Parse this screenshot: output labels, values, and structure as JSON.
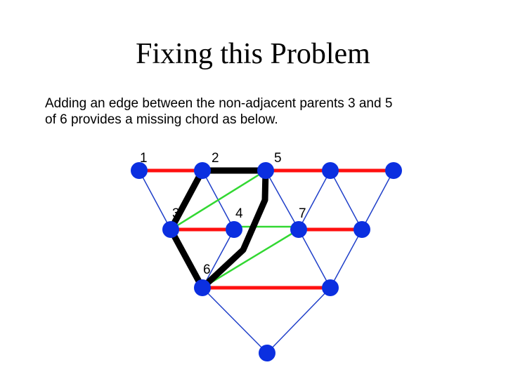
{
  "slide": {
    "title": "Fixing this Problem",
    "body_lines": [
      "Adding an edge between the non-adjacent parents 3 and 5",
      "of 6 provides a missing chord as below."
    ]
  },
  "graph": {
    "node_labels": [
      "1",
      "2",
      "5",
      "3",
      "4",
      "7",
      "6"
    ],
    "colors": {
      "node": "#0b2fe0",
      "thin_edge": "#1f3fc9",
      "red_edge": "#ff1010",
      "green_edge": "#32d832",
      "black_path": "#000000"
    }
  }
}
